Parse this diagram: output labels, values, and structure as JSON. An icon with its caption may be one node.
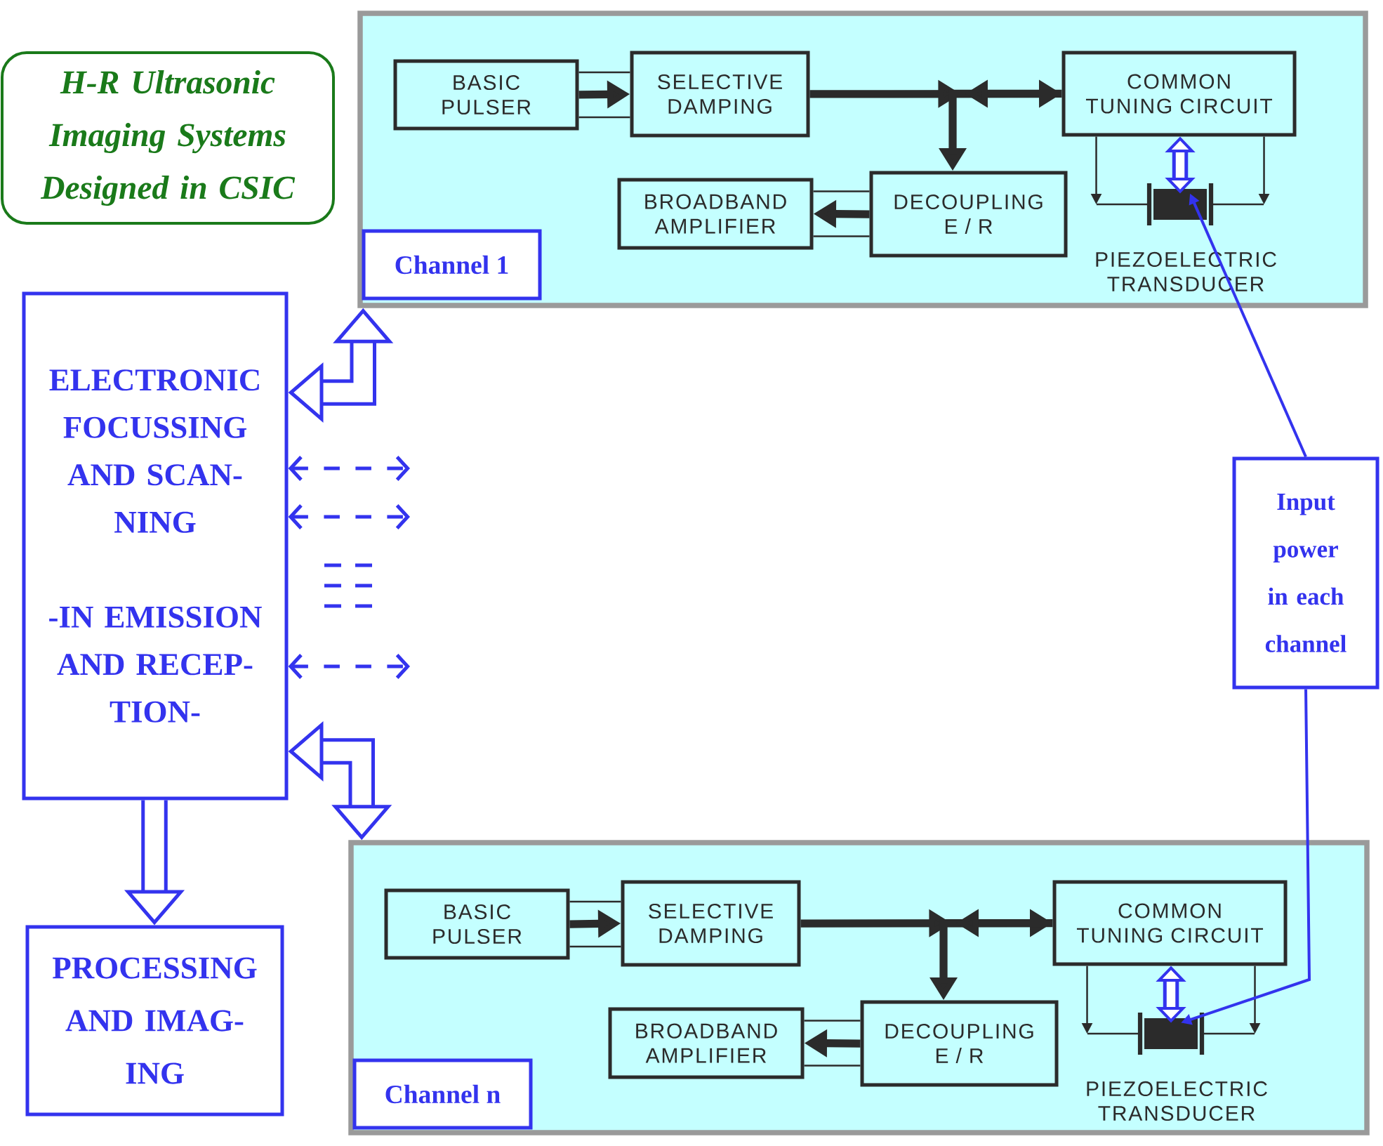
{
  "diagram": {
    "nodes": [
      {
        "text": [
          "H-R Ultrasonic Imaging Systems Designed in CSIC"
        ]
      },
      {
        "text": [],
        "shape": "box"
      },
      {
        "text": [
          "BASIC PULSER"
        ],
        "in": 1
      },
      {
        "text": [
          "SELECTIVE DAMPING"
        ],
        "in": 1
      },
      {
        "text": [
          "COMMON TUNING CIRCUIT"
        ],
        "in": 1
      },
      {
        "text": [
          "BROADBAND AMPLIFIER"
        ],
        "in": 1
      },
      {
        "text": [
          "DECOUPLING E / R"
        ],
        "in": 1
      },
      {
        "text": [],
        "shape": "box",
        "beside": [
          "PIEZOELECTRIC TRANSDUCER"
        ],
        "in": 1
      },
      {
        "text": [
          "Channel 1"
        ],
        "in": 1
      },
      {
        "text": [
          "ELECTRONIC FOCUSSING AND SCAN- NING",
          "-IN EMISSION AND RECEP- TION-"
        ]
      },
      {
        "text": [
          "Input power in each channel"
        ]
      },
      {
        "text": [
          "PROCESSING AND IMAG- ING"
        ]
      },
      {
        "text": [],
        "shape": "box"
      },
      {
        "text": [
          "BASIC PULSER"
        ],
        "in": 12
      },
      {
        "text": [
          "SELECTIVE DAMPING"
        ],
        "in": 12
      },
      {
        "text": [
          "COMMON TUNING CIRCUIT"
        ],
        "in": 12
      },
      {
        "text": [
          "BROADBAND AMPLIFIER"
        ],
        "in": 12
      },
      {
        "text": [
          "DECOUPLING E / R"
        ],
        "in": 12
      },
      {
        "text": [],
        "shape": "box",
        "beside": [
          "PIEZOELECTRIC TRANSDUCER"
        ],
        "in": 12
      },
      {
        "text": [
          "Channel n"
        ],
        "in": 12
      }
    ],
    "edges": [
      {
        "from": 2,
        "to": 3,
        "arrow": "to",
        "style": "thick"
      },
      {
        "from": 3,
        "to": 4,
        "arrow": "to",
        "style": "thick"
      },
      {
        "from": 4,
        "to": 6,
        "arrow": "to",
        "style": "thick"
      },
      {
        "from": 6,
        "to": 5,
        "arrow": "to",
        "style": "thick"
      },
      {
        "from": 4,
        "to": 7,
        "arrow": "to"
      },
      {
        "from": 4,
        "to": 7,
        "arrow": "to"
      },
      {
        "from": 4,
        "to": 7,
        "arrow": "both",
        "style": "thick",
        "color": "#3333ee"
      },
      {
        "from": 13,
        "to": 14,
        "arrow": "to",
        "style": "thick"
      },
      {
        "from": 14,
        "to": 15,
        "arrow": "to",
        "style": "thick"
      },
      {
        "from": 15,
        "to": 17,
        "arrow": "to",
        "style": "thick"
      },
      {
        "from": 17,
        "to": 16,
        "arrow": "to",
        "style": "thick"
      },
      {
        "from": 15,
        "to": 18,
        "arrow": "to"
      },
      {
        "from": 15,
        "to": 18,
        "arrow": "to"
      },
      {
        "from": 15,
        "to": 18,
        "arrow": "both",
        "style": "thick",
        "color": "#3333ee"
      },
      {
        "from": 9,
        "to": 1,
        "arrow": "both",
        "style": "thick",
        "color": "#3333ee"
      },
      {
        "from": 9,
        "to": null,
        "arrow": "both",
        "style": "dashed",
        "color": "#3333ee"
      },
      {
        "from": 9,
        "to": null,
        "arrow": "both",
        "style": "dashed",
        "color": "#3333ee"
      },
      {
        "from": 9,
        "to": null,
        "arrow": "both",
        "style": "dashed",
        "color": "#3333ee"
      },
      {
        "from": 9,
        "to": 12,
        "arrow": "both",
        "style": "thick",
        "color": "#3333ee"
      },
      {
        "from": 9,
        "to": 11,
        "arrow": "to",
        "style": "thick",
        "color": "#3333ee"
      },
      {
        "from": 10,
        "to": 7,
        "arrow": "to",
        "color": "#3333ee"
      },
      {
        "from": 10,
        "to": 18,
        "arrow": "to",
        "color": "#3333ee"
      },
      {
        "from": 2,
        "to": 3,
        "arrow": "none"
      },
      {
        "from": 2,
        "to": 3,
        "arrow": "none"
      },
      {
        "from": 6,
        "to": 5,
        "arrow": "none"
      },
      {
        "from": 6,
        "to": 5,
        "arrow": "none"
      },
      {
        "from": 13,
        "to": 14,
        "arrow": "none"
      },
      {
        "from": 13,
        "to": 14,
        "arrow": "none"
      },
      {
        "from": 17,
        "to": 16,
        "arrow": "none"
      },
      {
        "from": 17,
        "to": 16,
        "arrow": "none"
      }
    ]
  }
}
